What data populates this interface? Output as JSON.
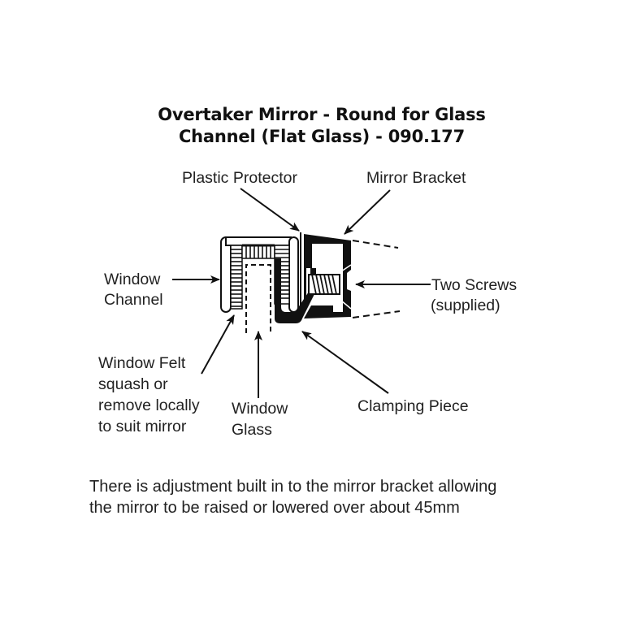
{
  "title": {
    "line1": "Overtaker Mirror - Round for Glass",
    "line2": "Channel (Flat Glass) - 090.177"
  },
  "labels": {
    "plastic_protector": "Plastic Protector",
    "mirror_bracket": "Mirror Bracket",
    "window_channel_1": "Window",
    "window_channel_2": "Channel",
    "two_screws_1": "Two Screws",
    "two_screws_2": "(supplied)",
    "window_felt_1": "Window Felt",
    "window_felt_2": "squash or",
    "window_felt_3": "remove locally",
    "window_felt_4": "to suit mirror",
    "window_glass_1": "Window",
    "window_glass_2": "Glass",
    "clamping_piece": "Clamping Piece"
  },
  "note": {
    "line1": "There is adjustment built in to the mirror bracket allowing",
    "line2": "the mirror to be raised or lowered over about 45mm"
  },
  "colors": {
    "ink": "#111111",
    "background": "#ffffff"
  }
}
